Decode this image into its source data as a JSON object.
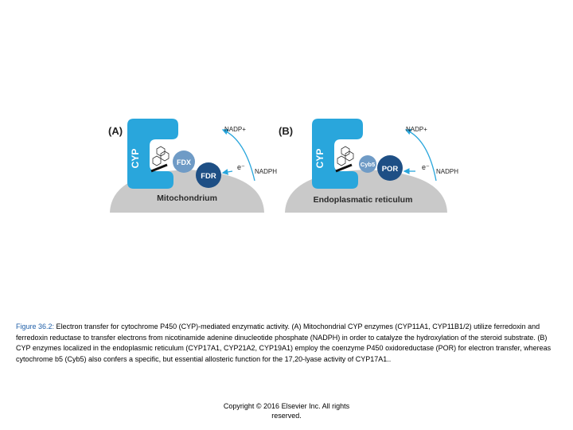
{
  "panels": [
    {
      "label": "(A)",
      "enzyme": "CYP",
      "partner1": "FDX",
      "partner2": "FDR",
      "nadp_plus": "NADP+",
      "nadph": "NADPH",
      "electron": "e⁻",
      "membrane": "Mitochondrium"
    },
    {
      "label": "(B)",
      "enzyme": "CYP",
      "partner1": "Cyb5",
      "partner2": "POR",
      "nadp_plus": "NADP+",
      "nadph": "NADPH",
      "electron": "e⁻",
      "membrane": "Endoplasmatic reticulum"
    }
  ],
  "colors": {
    "cyp_blue": "#29a6dc",
    "fdx_blue": "#6f9bc6",
    "fdr_navy": "#1e4f85",
    "membrane_gray": "#c9c9c9"
  },
  "caption": {
    "lead": "Figure 36.2:",
    "text": " Electron transfer for cytochrome P450 (CYP)-mediated enzymatic activity. (A) Mitochondrial CYP enzymes (CYP11A1, CYP11B1/2) utilize ferredoxin and ferredoxin reductase to transfer electrons from nicotinamide adenine dinucleotide phosphate (NADPH) in order to catalyze the hydroxylation of the steroid substrate. (B) CYP enzymes localized in the endoplasmic reticulum (CYP17A1, CYP21A2, CYP19A1) employ the coenzyme P450 oxidoreductase (POR) for electron transfer, whereas cytochrome b5 (Cyb5) also confers a specific, but essential allosteric function for the 17,20-lyase activity of CYP17A1.."
  },
  "copyright": {
    "line1": "Copyright © 2016 Elsevier Inc. All rights",
    "line2": "reserved."
  }
}
